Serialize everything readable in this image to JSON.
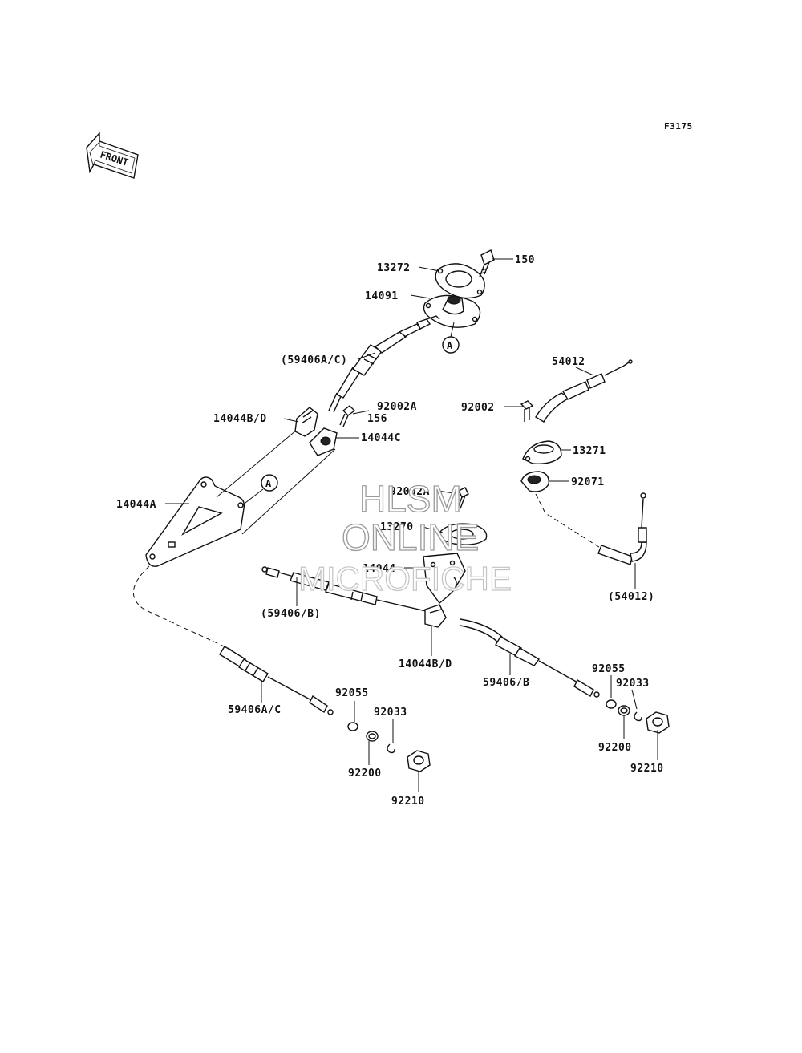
{
  "diagram_code": "F3175",
  "front_arrow": {
    "label": "FRONT"
  },
  "ref_marker": "A",
  "labels": {
    "l_13272": "13272",
    "l_150": "150",
    "l_14091": "14091",
    "l_59406ac_top": "(59406A/C)",
    "l_54012": "54012",
    "l_92002": "92002",
    "l_92002a_156": "92002A",
    "l_156": "156",
    "l_14044bd_top": "14044B/D",
    "l_14044c": "14044C",
    "l_13271": "13271",
    "l_92071": "92071",
    "l_14044a": "14044A",
    "l_92002a_mid": "92002A",
    "l_13270": "13270",
    "l_14044": "14044",
    "l_54012_paren": "(54012)",
    "l_59406b_paren": "(59406/B)",
    "l_14044bd_bottom": "14044B/D",
    "l_59406b": "59406/B",
    "l_92055_right": "92055",
    "l_92033_right": "92033",
    "l_92200_right": "92200",
    "l_92210_right": "92210",
    "l_59406ac_bottom": "59406A/C",
    "l_92055_left": "92055",
    "l_92033_left": "92033",
    "l_92200_left": "92200",
    "l_92210_left": "92210"
  },
  "watermark": {
    "line1": "HLSM",
    "line2": "ONLINE",
    "line3": "MICROFICHE"
  }
}
